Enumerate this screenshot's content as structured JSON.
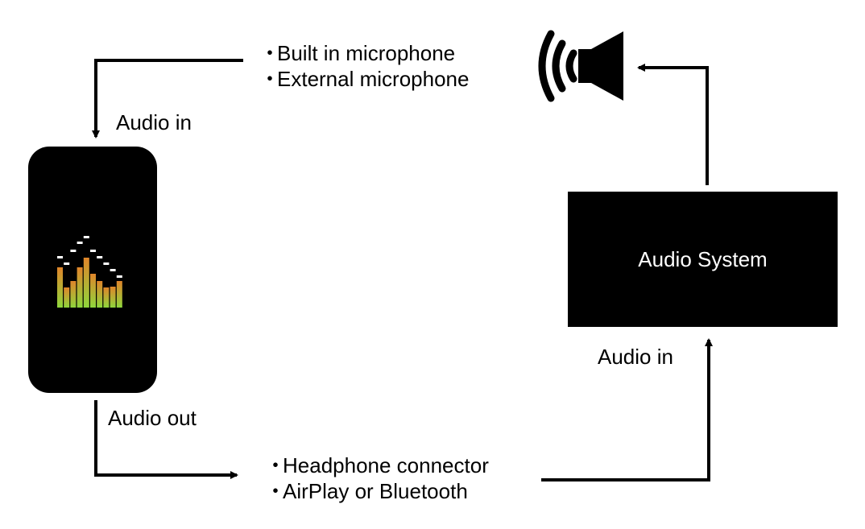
{
  "input_sources": [
    "Built in microphone",
    "External microphone"
  ],
  "output_connections": [
    "Headphone connector",
    "AirPlay or Bluetooth"
  ],
  "phone": {
    "meter_levels": [
      0.5,
      0.25,
      0.33,
      0.5,
      0.62,
      0.42,
      0.33,
      0.25,
      0.26,
      0.33
    ],
    "meter_peaks": [
      0.62,
      0.54,
      0.7,
      0.8,
      0.87,
      0.7,
      0.62,
      0.54,
      0.46,
      0.38
    ]
  },
  "labels": {
    "phone_audio_in": "Audio in",
    "phone_audio_out": "Audio out",
    "system_audio_in": "Audio in",
    "audio_system": "Audio System"
  },
  "icons": {
    "speaker": "speaker-icon",
    "meter": "level-meter-icon"
  },
  "colors": {
    "meter_low": "#8fd63c",
    "meter_high": "#e0852a",
    "box": "#000000",
    "box_text": "#ffffff"
  }
}
